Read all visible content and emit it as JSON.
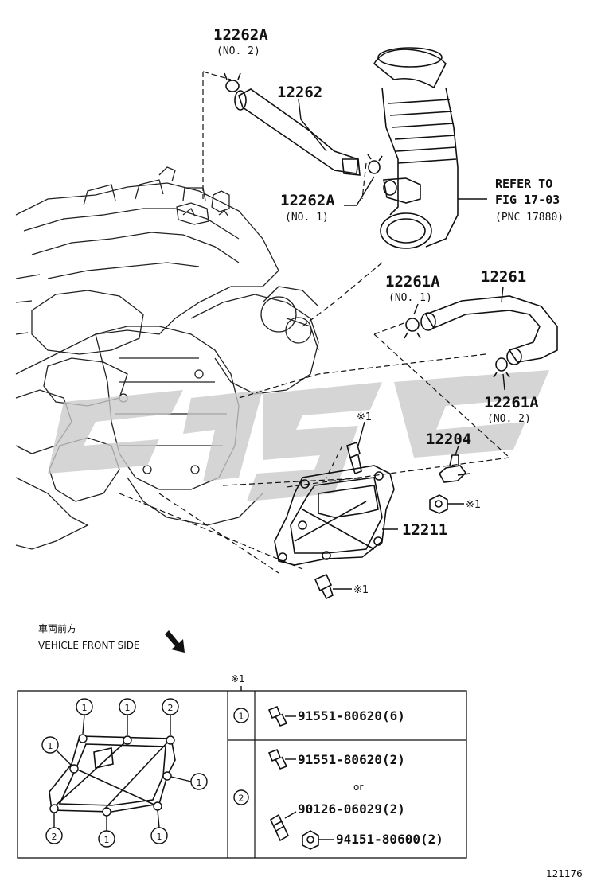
{
  "diagram_id": "121176",
  "callouts": {
    "c12262A_top": "12262A",
    "c12262A_top_sub": "(NO. 2)",
    "c12262": "12262",
    "c12262A_mid": "12262A",
    "c12262A_mid_sub": "(NO. 1)",
    "refer1": "REFER TO",
    "refer2": "FIG 17-03",
    "refer3": "(PNC 17880)",
    "c12261A_top": "12261A",
    "c12261A_top_sub": "(NO. 1)",
    "c12261": "12261",
    "c12261A_bot": "12261A",
    "c12261A_bot_sub": "(NO. 2)",
    "c12204": "12204",
    "c12211": "12211",
    "note_a": "※1",
    "note_b": "※1",
    "note_c": "※1"
  },
  "front": {
    "jp": "車両前方",
    "en": "VEHICLE FRONT SIDE"
  },
  "table": {
    "header_mark": "※1",
    "row1_num": "1",
    "row1_part": "91551-80620(6)",
    "row2_num": "2",
    "row2_part_a": "91551-80620(2)",
    "row2_or": "or",
    "row2_part_b": "90126-06029(2)",
    "row2_part_c": "94151-80600(2)"
  },
  "inset_markers": [
    "1",
    "1",
    "2",
    "1",
    "1",
    "2",
    "1",
    "1"
  ]
}
